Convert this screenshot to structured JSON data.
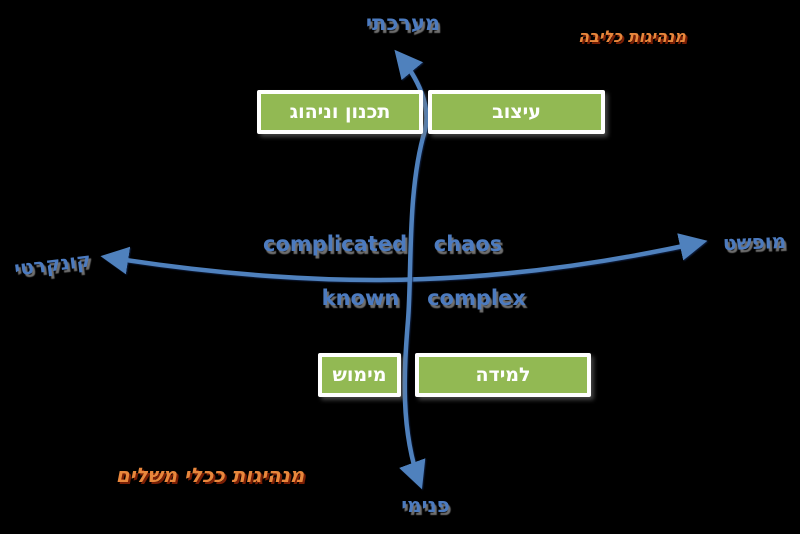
{
  "colors": {
    "background": "#000000",
    "box_green": "#92B953",
    "box_border": "#FFFFFF",
    "axis_blue": "#4F81BD",
    "label_blue": "#4C7BC0",
    "label_orange": "#E8873C",
    "orange_shadow": "#7A1E04"
  },
  "axes": {
    "top_label": "מערכתי",
    "bottom_label": "פנימי",
    "left_label": "קונקרטי",
    "right_label": "מופשט"
  },
  "orange_labels": {
    "top_right": "מנהיגות כליבה",
    "bottom_left": "מנהיגות ככלי משלים"
  },
  "boxes": {
    "top_left": "תכנון וניהוג",
    "top_right": "עיצוב",
    "bottom_left": "מימוש",
    "bottom_right": "למידה"
  },
  "quadrants": {
    "top_left": "complicated",
    "top_right": "chaos",
    "bottom_left": "known",
    "bottom_right": "complex"
  }
}
